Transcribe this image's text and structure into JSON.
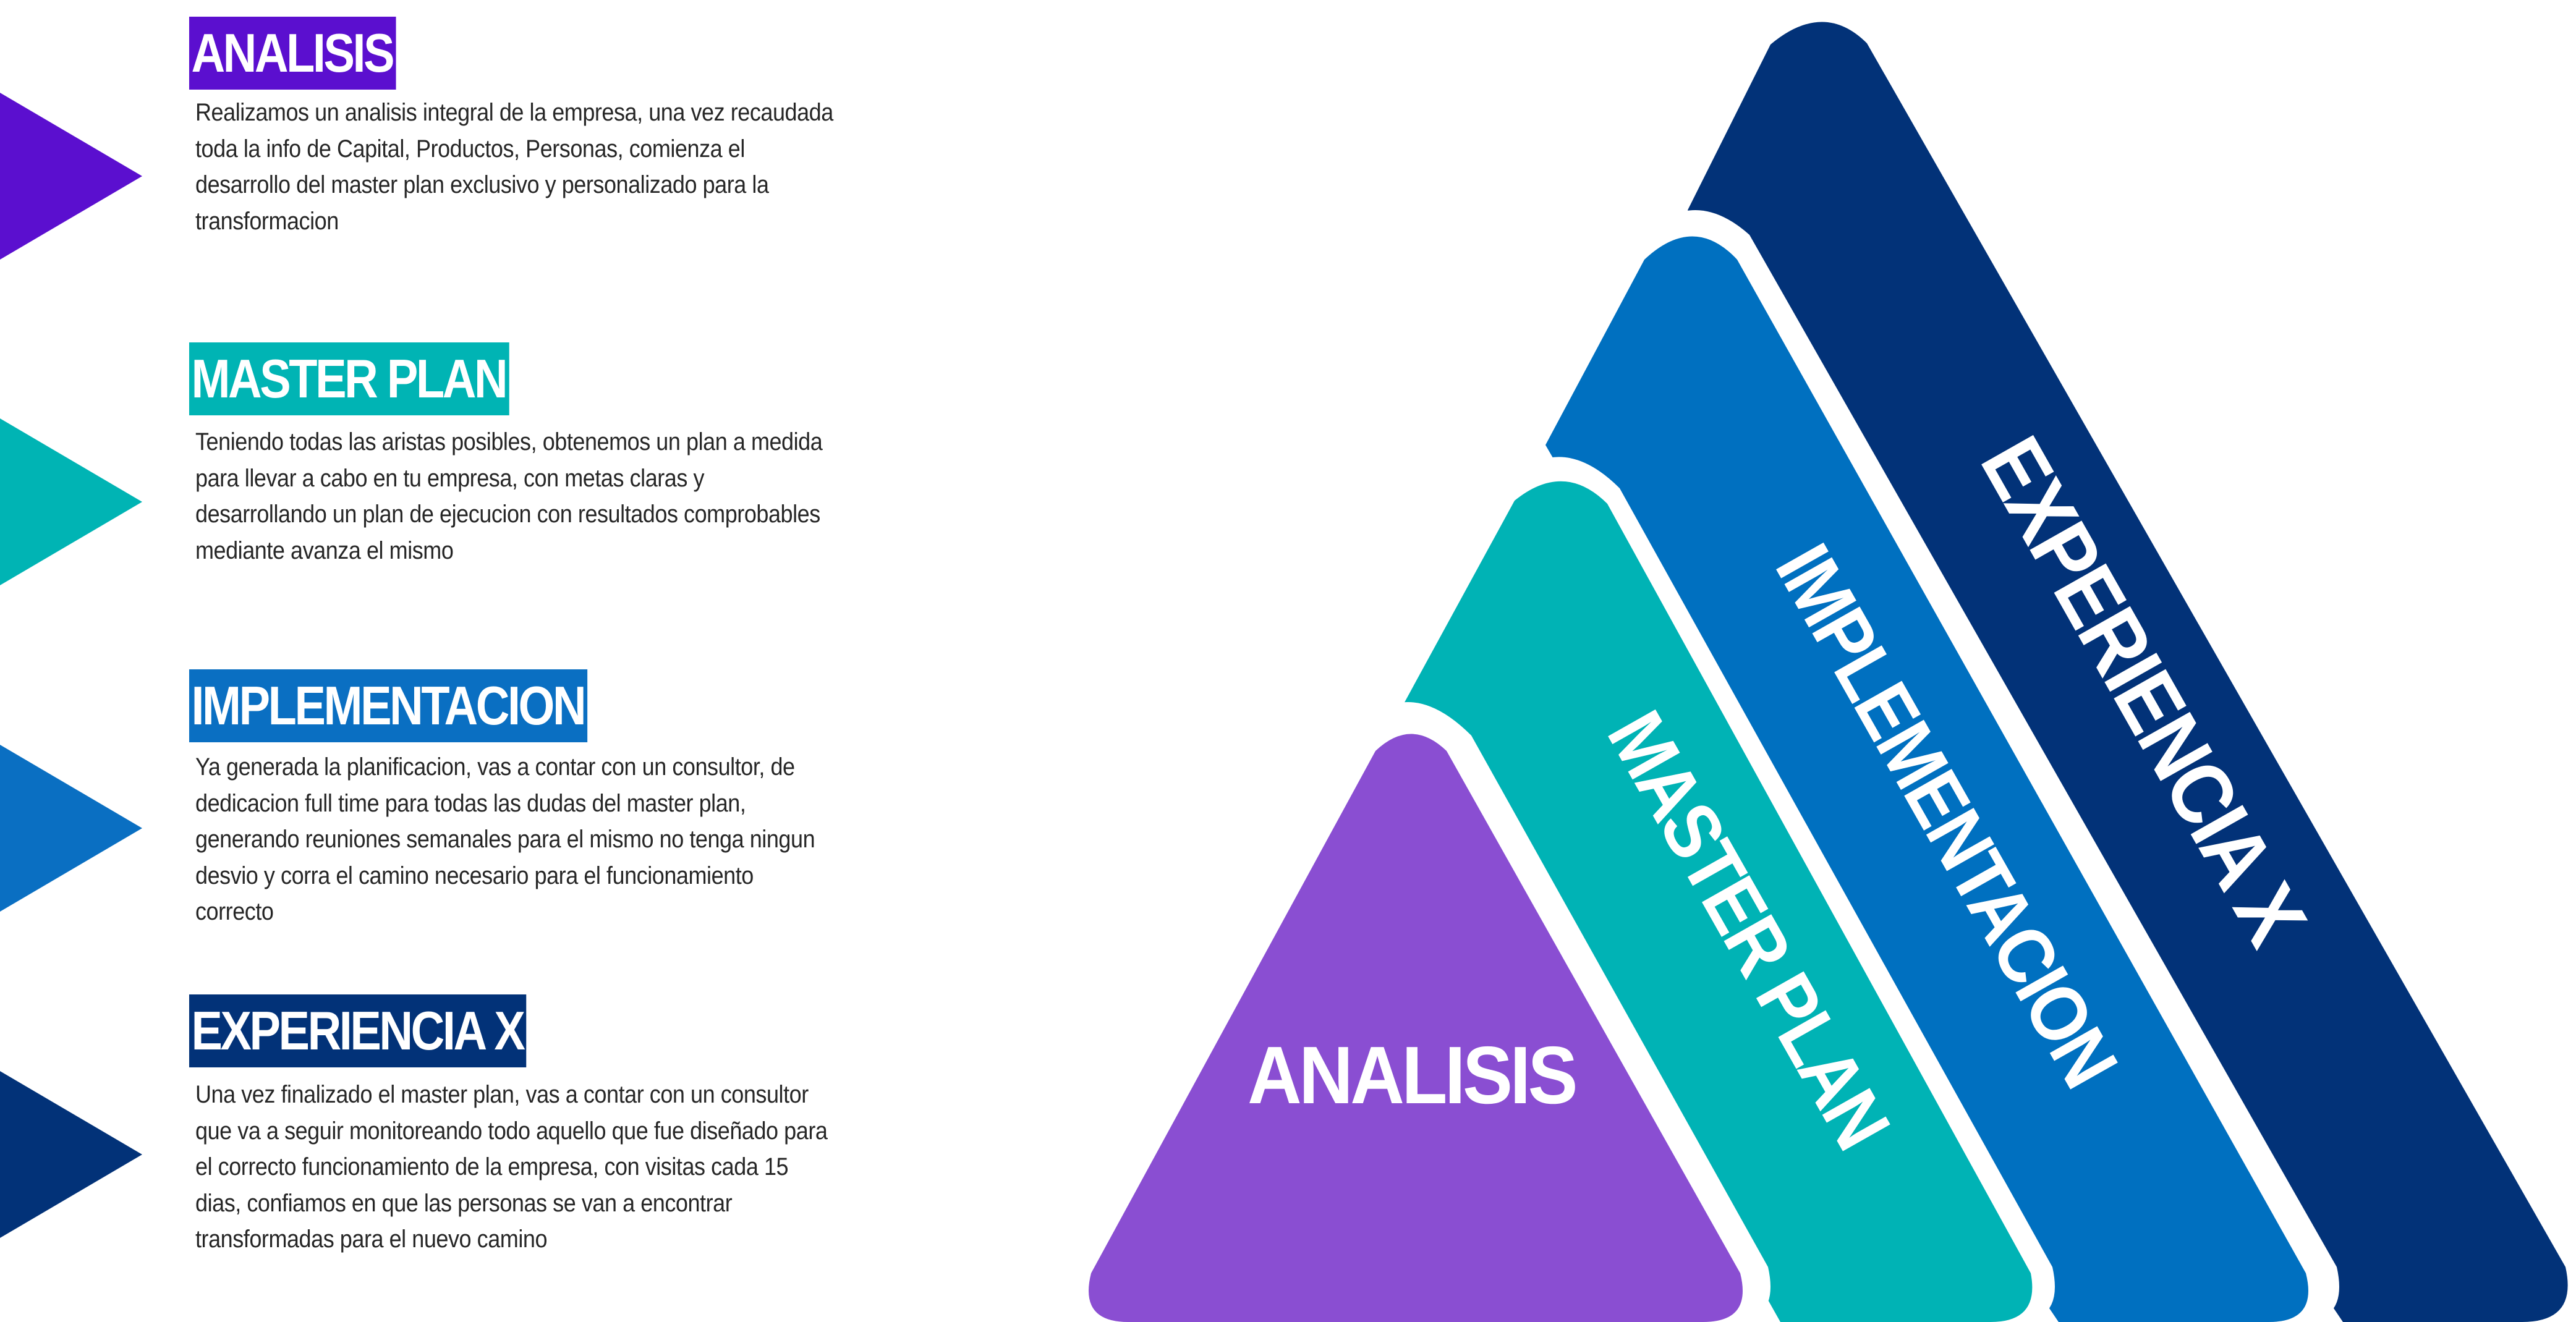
{
  "colors": {
    "analisis": "#5b0fcf",
    "master_plan": "#00b4b4",
    "implementacion": "#0a6fc2",
    "experiencia": "#023278",
    "pyramid_analisis": "#8a4ed2",
    "pyramid_master": "#00b3b5",
    "pyramid_impl": "#0070c0",
    "pyramid_exp": "#023278"
  },
  "sections": [
    {
      "title": "ANALISIS",
      "lines": [
        "Realizamos un analisis integral de la empresa, una vez recaudada",
        "toda la info de Capital, Productos, Personas, comienza el",
        "desarrollo del master plan exclusivo y personalizado para la",
        "transformacion"
      ]
    },
    {
      "title": "MASTER PLAN",
      "lines": [
        "Teniendo todas las aristas posibles, obtenemos un plan a medida",
        "para llevar a cabo en tu empresa, con metas claras y",
        "desarrollando un plan de ejecucion con resultados comprobables",
        "mediante avanza el mismo"
      ]
    },
    {
      "title": "IMPLEMENTACION",
      "lines": [
        "Ya generada la planificacion, vas a contar con un consultor, de",
        "dedicacion full time para todas las dudas del master plan,",
        "generando reuniones semanales para el mismo no tenga ningun",
        "desvio y corra el camino necesario para el funcionamiento",
        "correcto"
      ]
    },
    {
      "title": "EXPERIENCIA X",
      "lines": [
        "Una vez finalizado el master plan, vas a contar con un consultor",
        "que va a seguir monitoreando todo aquello que fue diseñado para",
        "el correcto funcionamiento de la empresa, con visitas cada 15",
        "dias, confiamos en que las personas se van a encontrar",
        "transformadas para el nuevo camino"
      ]
    }
  ],
  "pyramid": {
    "analisis": "ANALISIS",
    "master_plan": "MASTER PLAN",
    "implementacion": "IMPLEMENTACION",
    "experiencia": "EXPERIENCIA X"
  }
}
